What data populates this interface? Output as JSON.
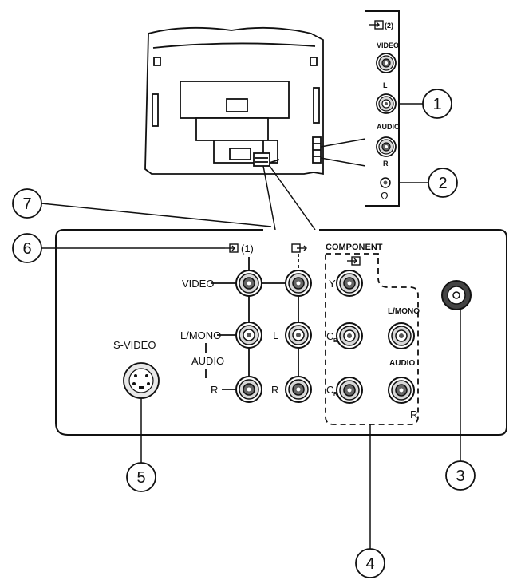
{
  "side_panel": {
    "input_label": "(2)",
    "video": "VIDEO",
    "l": "L",
    "audio": "AUDIO",
    "r": "R",
    "headphone_symbol": "Ω",
    "input_icon": "input-arrow-icon"
  },
  "main_panel": {
    "input1_label": "(1)",
    "video": "VIDEO",
    "lmono": "L/MONO",
    "audio": "AUDIO",
    "r": "R",
    "l2": "L",
    "r2": "R",
    "svideo": "S-VIDEO",
    "component": "COMPONENT",
    "y": "Y",
    "cb": "C",
    "cb_sub": "B",
    "cr": "C",
    "cr_sub": "R",
    "comp_lmono": "L/MONO",
    "comp_audio": "AUDIO",
    "comp_r": "R",
    "output_icon": "output-arrow-icon",
    "antenna_icon": "antenna-jack-icon"
  },
  "callouts": [
    "1",
    "2",
    "3",
    "4",
    "5",
    "6",
    "7"
  ],
  "colors": {
    "line": "#111111",
    "jack_fill": "#d8d8d8",
    "jack_core": "#555555"
  }
}
